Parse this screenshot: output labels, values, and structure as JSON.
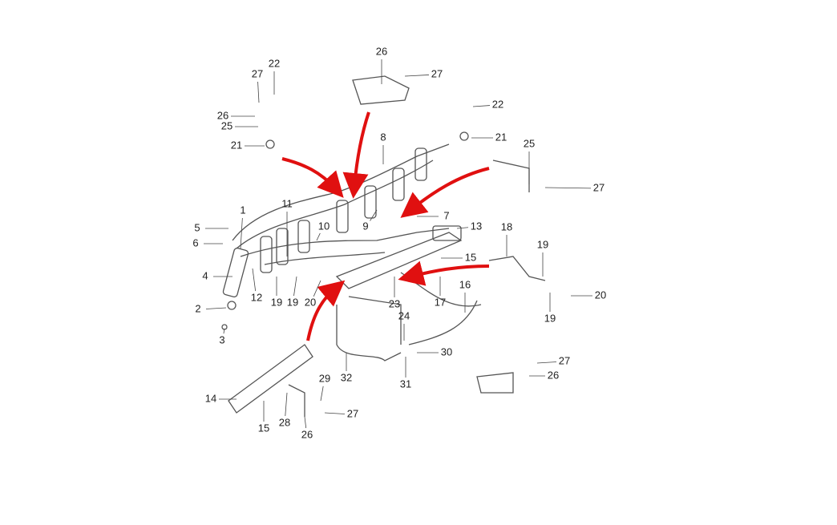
{
  "diagram": {
    "title": "Fuel injection system parts diagram",
    "callouts": [
      "27",
      "22",
      "26",
      "25",
      "21",
      "26",
      "27",
      "22",
      "21",
      "8",
      "25",
      "27",
      "11",
      "1",
      "5",
      "6",
      "4",
      "2",
      "3",
      "10",
      "9",
      "7",
      "13",
      "15",
      "18",
      "19",
      "19",
      "20",
      "12",
      "19",
      "19",
      "20",
      "23",
      "17",
      "16",
      "24",
      "30",
      "32",
      "31",
      "27",
      "26",
      "29",
      "14",
      "15",
      "28",
      "26",
      "27"
    ],
    "accent_color": "#e01010"
  }
}
